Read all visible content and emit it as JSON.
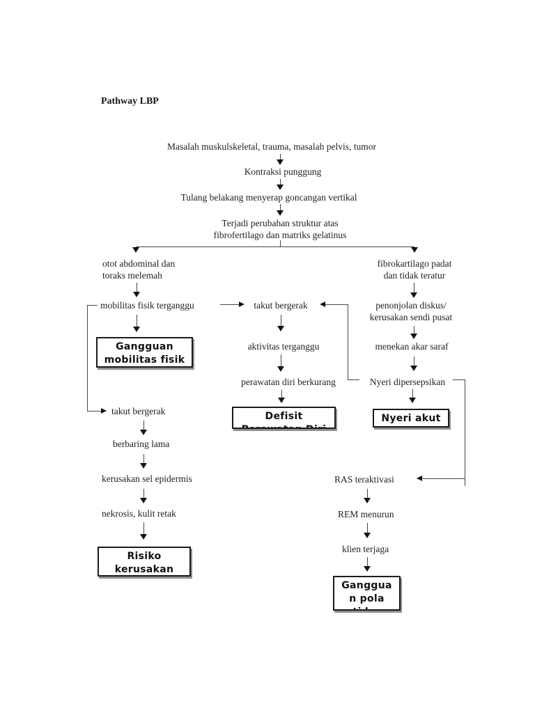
{
  "page": {
    "title": "Pathway LBP"
  },
  "flow": {
    "root": "Masalah muskulskeletal, trauma, masalah pelvis, tumor",
    "kontraksi_punggung": "Kontraksi punggung",
    "tulang_belakang": "Tulang belakang menyerap goncangan vertikal",
    "perubahan_struktur": {
      "line1": "Terjadi perubahan struktur atas",
      "line2": "fibrofertilago dan matriks gelatinus"
    },
    "left_branch": {
      "otot_abdominal": {
        "line1": "otot abdominal dan",
        "line2": "toraks melemah"
      },
      "mobilitas_fisik": "mobilitas fisik terganggu",
      "takut_bergerak": "takut bergerak",
      "berbaring_lama": "berbaring lama",
      "kerusakan_sel_epidermis": "kerusakan sel epidermis",
      "nekrosis_kulit_retak": "nekrosis, kulit retak"
    },
    "middle_branch": {
      "takut_bergerak": "takut bergerak",
      "aktivitas_terganggu": "aktivitas terganggu",
      "perawatan_diri_berkurang": "perawatan diri berkurang"
    },
    "right_branch": {
      "fibrokartilago": {
        "line1": "fibrokartilago padat",
        "line2": "dan tidak teratur"
      },
      "penonjolan_diskus": {
        "line1": "penonjolan diskus/",
        "line2": "kerusakan sendi pusat"
      },
      "menekan_akar_saraf": "menekan akar saraf",
      "nyeri_dipersepsikan": "Nyeri dipersepsikan",
      "ras_teraktivasi": "RAS teraktivasi",
      "rem_menurun": "REM menurun",
      "klien_terjaga": "klien terjaga"
    },
    "diagnosis_boxes": {
      "gangguan_mobilitas_fisik": {
        "line1": "Gangguan",
        "line2": "mobilitas fisik"
      },
      "defisit_perawatan_diri": {
        "line1": "Defisit",
        "line2": "Perawatan Diri"
      },
      "nyeri_akut": {
        "line1": "Nyeri akut"
      },
      "risiko_kerusakan": {
        "line1": "Risiko",
        "line2": "kerusakan"
      },
      "gangguan_pola_tidur": {
        "line1": "Ganggua",
        "line2": "n pola",
        "line3": "tidur"
      }
    }
  }
}
